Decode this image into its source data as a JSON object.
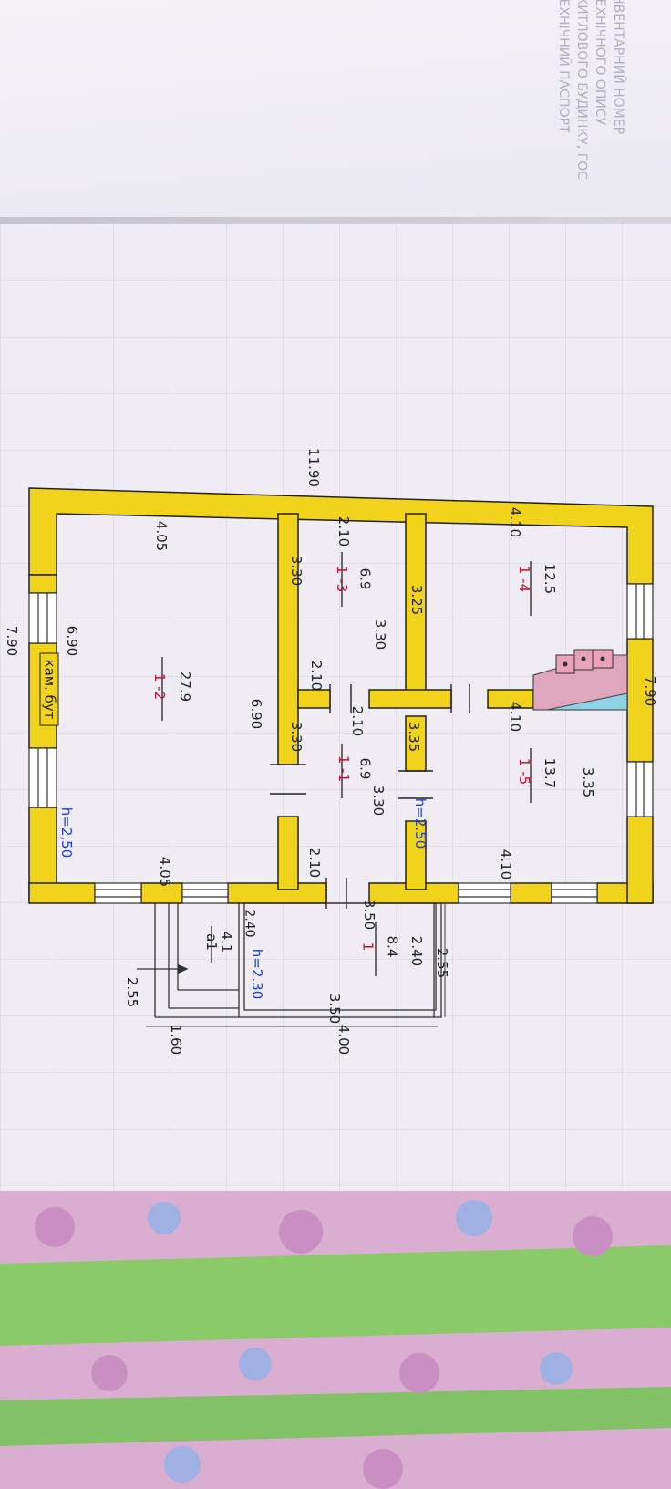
{
  "background_text": [
    "ІНВЕНТАРНИЙ НОМЕР",
    "ТЕХНІЧНОГО ОПИСУ",
    "ЖИТЛОВОГО БУДИНКУ, ГОС",
    "ТЕХНІЧНИЙ ПАСПОРТ"
  ],
  "overall_dimensions": {
    "length": "11.90",
    "width_right": "7.90",
    "width_left": "7.90"
  },
  "rooms": [
    {
      "id": "1 -4",
      "area": "12.5",
      "dim_a": "4.10",
      "dim_b": "3.25"
    },
    {
      "id": "1 -5",
      "area": "13.7",
      "dim_a": "4.10",
      "dim_b": "3.35",
      "dim_c": "4.10",
      "dim_d": "3.35"
    },
    {
      "id": "1 -3",
      "area": "6.9",
      "dim_a": "2.10",
      "dim_b": "3.30",
      "dim_c": "3.30",
      "dim_d": "2.10"
    },
    {
      "id": "1 -1",
      "area": "6.9",
      "dim_a": "2.10",
      "dim_b": "3.30",
      "dim_c": "3.30",
      "dim_d": "2.10"
    },
    {
      "id": "1 -2",
      "area": "27.9",
      "dim_a": "4.05",
      "dim_b": "6.90",
      "dim_c": "6.90",
      "dim_d": "4.05"
    },
    {
      "id": "1",
      "area": "8.4",
      "dim_a": "3.50",
      "dim_b": "2.40",
      "dim_c": "3.50"
    },
    {
      "id": "a1",
      "area": "4.1",
      "dim_a": "2.40"
    }
  ],
  "heights": {
    "main_left": "h=2,50",
    "main_mid": "h=2.50",
    "annex": "h=2.30"
  },
  "material_label": "кам. бут",
  "outer_dims": {
    "annex_total": "4.00",
    "porch_len": "1.60",
    "porch_w": "2.55",
    "annex_w": "2.55"
  },
  "colors": {
    "wall": "#f2d31b",
    "wall_outline": "#222222",
    "stair_pink": "#e8a2b9",
    "stair_blue": "#8fd3e6",
    "blue_text": "#1a3fd0",
    "red_text": "#c4122b"
  }
}
